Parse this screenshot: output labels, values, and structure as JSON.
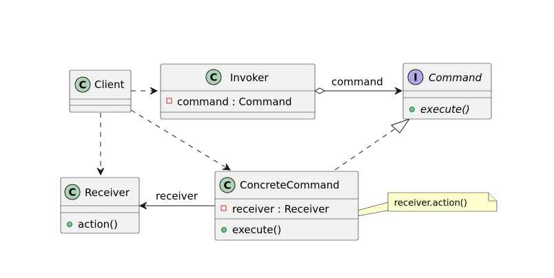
{
  "classes": {
    "client": {
      "name": "Client",
      "stereotype": "C"
    },
    "invoker": {
      "name": "Invoker",
      "stereotype": "C",
      "field": "command : Command"
    },
    "command": {
      "name": "Command",
      "stereotype": "I",
      "method": "execute()"
    },
    "receiver": {
      "name": "Receiver",
      "stereotype": "C",
      "method": "action()"
    },
    "concrete": {
      "name": "ConcreteCommand",
      "stereotype": "C",
      "field": "receiver : Receiver",
      "method": "execute()"
    }
  },
  "labels": {
    "command_edge": "command",
    "receiver_edge": "receiver"
  },
  "note": {
    "text": "receiver.action()"
  },
  "colors": {
    "class_circle": "#ADD1B2",
    "interface_circle": "#B4A7E5",
    "box_fill": "#F1F1F1",
    "note_fill": "#FEFECE",
    "private_marker": "#C82930",
    "public_marker": "#84BE84"
  }
}
